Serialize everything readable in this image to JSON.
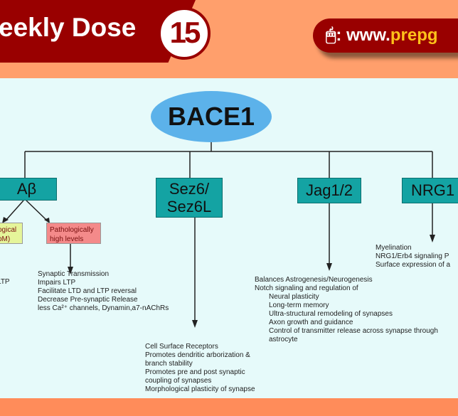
{
  "header": {
    "title": "eekly Dose",
    "issue": "15",
    "url_prefix": ": www.",
    "url_highlight": "prepg"
  },
  "diagram": {
    "root": "BACE1",
    "abeta": {
      "label": "Aβ",
      "physio": "ogical\npM)",
      "patho": "Pathologically high levels",
      "physio_effect": "LTP",
      "patho_effects": [
        "Synaptic Transmission",
        "Impairs LTP",
        "Facilitate LTD and LTP reversal",
        "Decrease Pre-synaptic Release",
        "less Ca²⁺ channels, Dynamin,a7-nAChRs"
      ]
    },
    "sez6": {
      "label": "Sez6/ Sez6L",
      "effects": [
        "Cell Surface Receptors",
        "Promotes dendritic arborization &",
        "branch stability",
        "Promotes pre and post synaptic",
        "coupling of synapses",
        "Morphological plasticity of synapse"
      ]
    },
    "jag": {
      "label": "Jag1/2",
      "effects": [
        "Balances Astrogenesis/Neurogenesis",
        "Notch signaling and regulation of"
      ],
      "sub_effects": [
        "Neural plasticity",
        "Long-term memory",
        "Ultra-structural remodeling of synapses",
        "Axon growth and guidance",
        "Control of transmitter release across synapse through",
        "astrocyte"
      ]
    },
    "nrg1": {
      "label": "NRG1",
      "effects": [
        "Myelination",
        "NRG1/Erb4 signaling P",
        "Surface expression of a"
      ]
    }
  }
}
